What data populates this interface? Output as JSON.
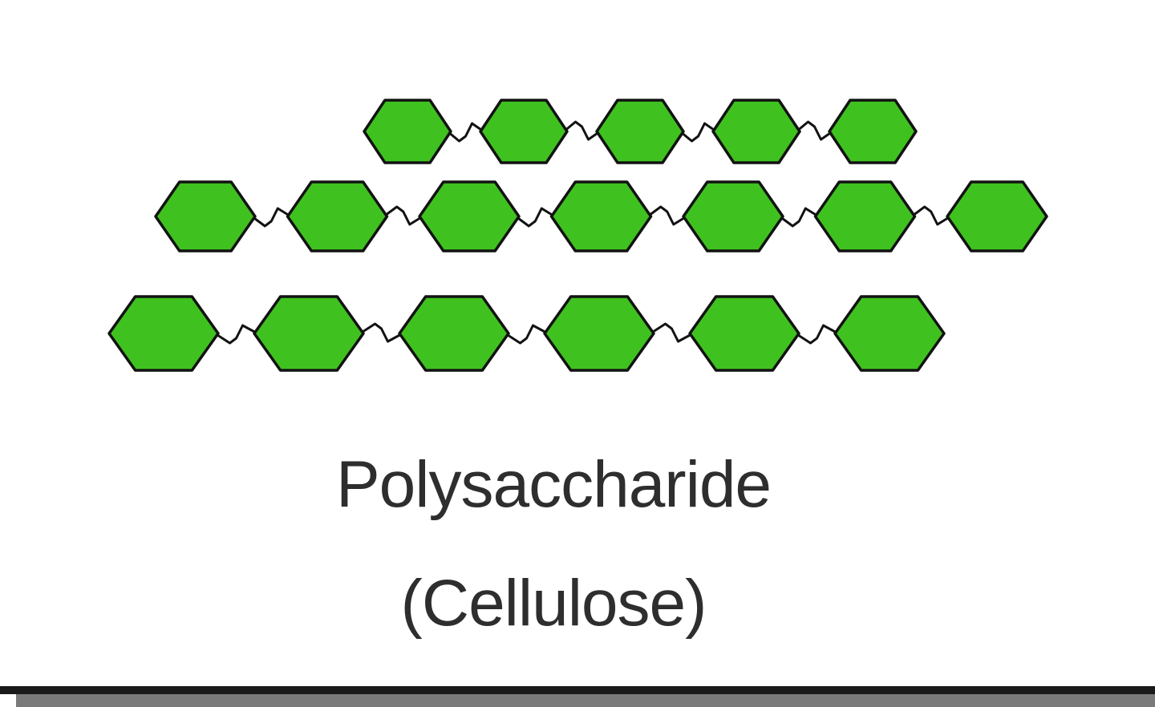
{
  "caption": {
    "title": "Polysaccharide",
    "subtitle": "(Cellulose)"
  },
  "diagram": {
    "colors": {
      "monomer_fill": "#3fc21f",
      "monomer_stroke": "#121212",
      "bond_stroke": "#121212"
    },
    "chains": [
      {
        "name": "chain-1",
        "monomer_count": 5
      },
      {
        "name": "chain-2",
        "monomer_count": 7
      },
      {
        "name": "chain-3",
        "monomer_count": 6
      }
    ]
  }
}
